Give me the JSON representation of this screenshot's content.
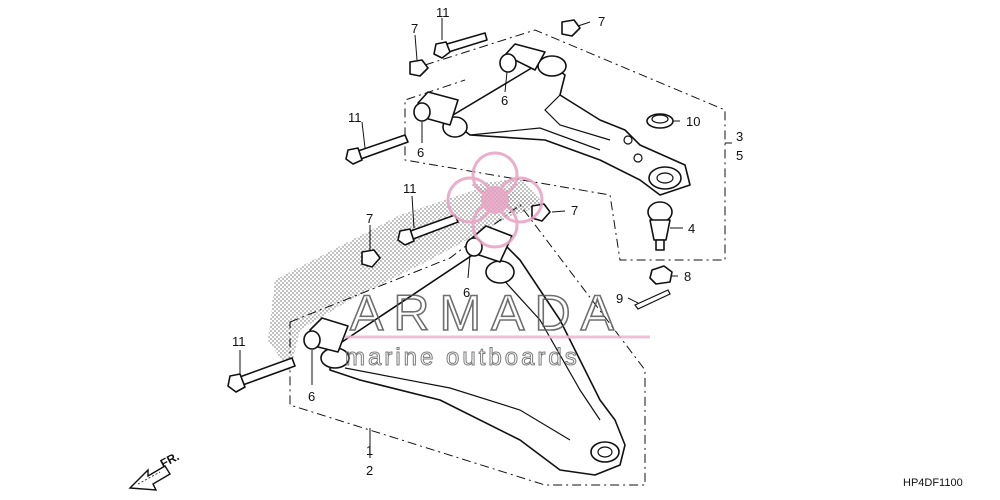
{
  "diagram": {
    "callouts": [
      {
        "id": "c11a",
        "text": "11"
      },
      {
        "id": "c7a",
        "text": "7"
      },
      {
        "id": "c7b",
        "text": "7"
      },
      {
        "id": "c6a",
        "text": "6"
      },
      {
        "id": "c11b",
        "text": "11"
      },
      {
        "id": "c6b",
        "text": "6"
      },
      {
        "id": "c10",
        "text": "10"
      },
      {
        "id": "c3",
        "text": "3"
      },
      {
        "id": "c5",
        "text": "5"
      },
      {
        "id": "c4",
        "text": "4"
      },
      {
        "id": "c11c",
        "text": "11"
      },
      {
        "id": "c7c",
        "text": "7"
      },
      {
        "id": "c7d",
        "text": "7"
      },
      {
        "id": "c6c",
        "text": "6"
      },
      {
        "id": "c8",
        "text": "8"
      },
      {
        "id": "c9",
        "text": "9"
      },
      {
        "id": "c11d",
        "text": "11"
      },
      {
        "id": "c6d",
        "text": "6"
      },
      {
        "id": "c1",
        "text": "1"
      },
      {
        "id": "c2",
        "text": "2"
      }
    ],
    "direction_label": "FR.",
    "diagram_code": "HP4DF1100"
  },
  "watermark": {
    "brand": "ARMADA",
    "tagline": "marine outboards",
    "colors": {
      "ring": "#e7a3c3",
      "line": "#f0b6cf",
      "text": "#555555"
    }
  }
}
